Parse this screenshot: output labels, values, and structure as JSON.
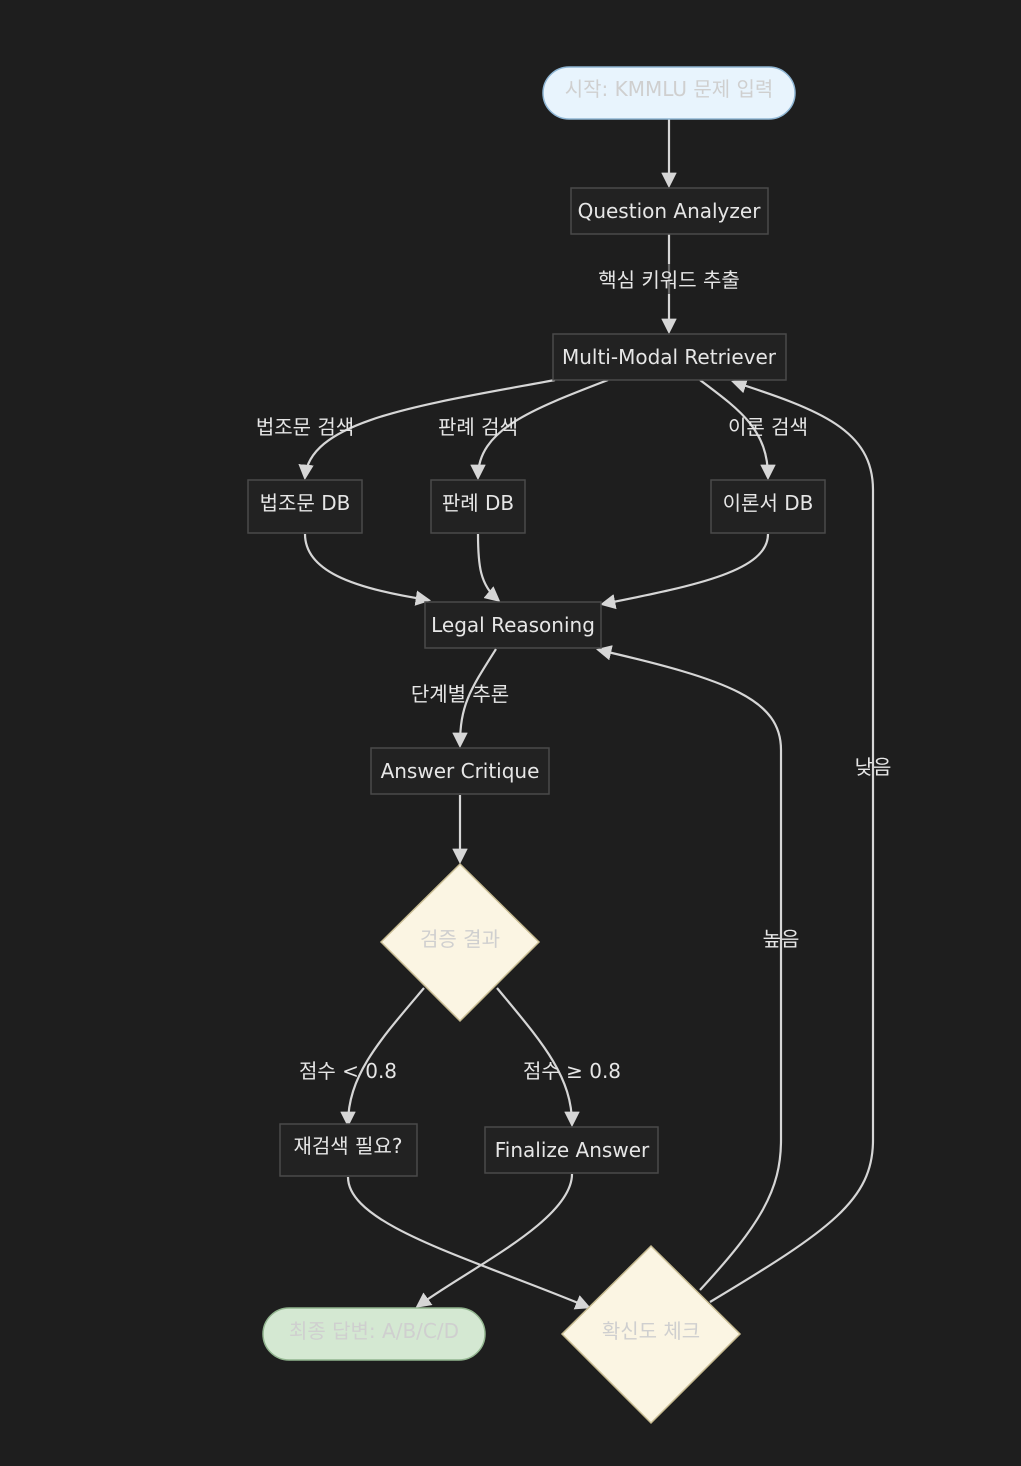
{
  "nodes": {
    "start": "시작: KMMLU 문제 입력",
    "analyzer": "Question Analyzer",
    "retriever": "Multi-Modal Retriever",
    "law_db": "법조문 DB",
    "case_db": "판례 DB",
    "theory_db": "이론서 DB",
    "reasoning": "Legal Reasoning",
    "critique": "Answer Critique",
    "verify": "검증 결과",
    "research": "재검색 필요?",
    "finalize": "Finalize Answer",
    "final": "최종 답변: A/B/C/D",
    "confidence": "확신도 체크"
  },
  "edge_labels": {
    "keywords": "핵심 키워드 추출",
    "law_search": "법조문 검색",
    "case_search": "판례 검색",
    "theory_search": "이론 검색",
    "stepwise": "단계별 추론",
    "score_low": "점수 < 0.8",
    "score_high": "점수 ≥ 0.8",
    "high": "높음",
    "low": "낮음"
  },
  "colors": {
    "background": "#1e1e1e",
    "start_fill": "#e8f4fd",
    "decision_fill": "#fbf5e3",
    "final_fill": "#d4e8d2",
    "edge": "#d6d6d6"
  }
}
